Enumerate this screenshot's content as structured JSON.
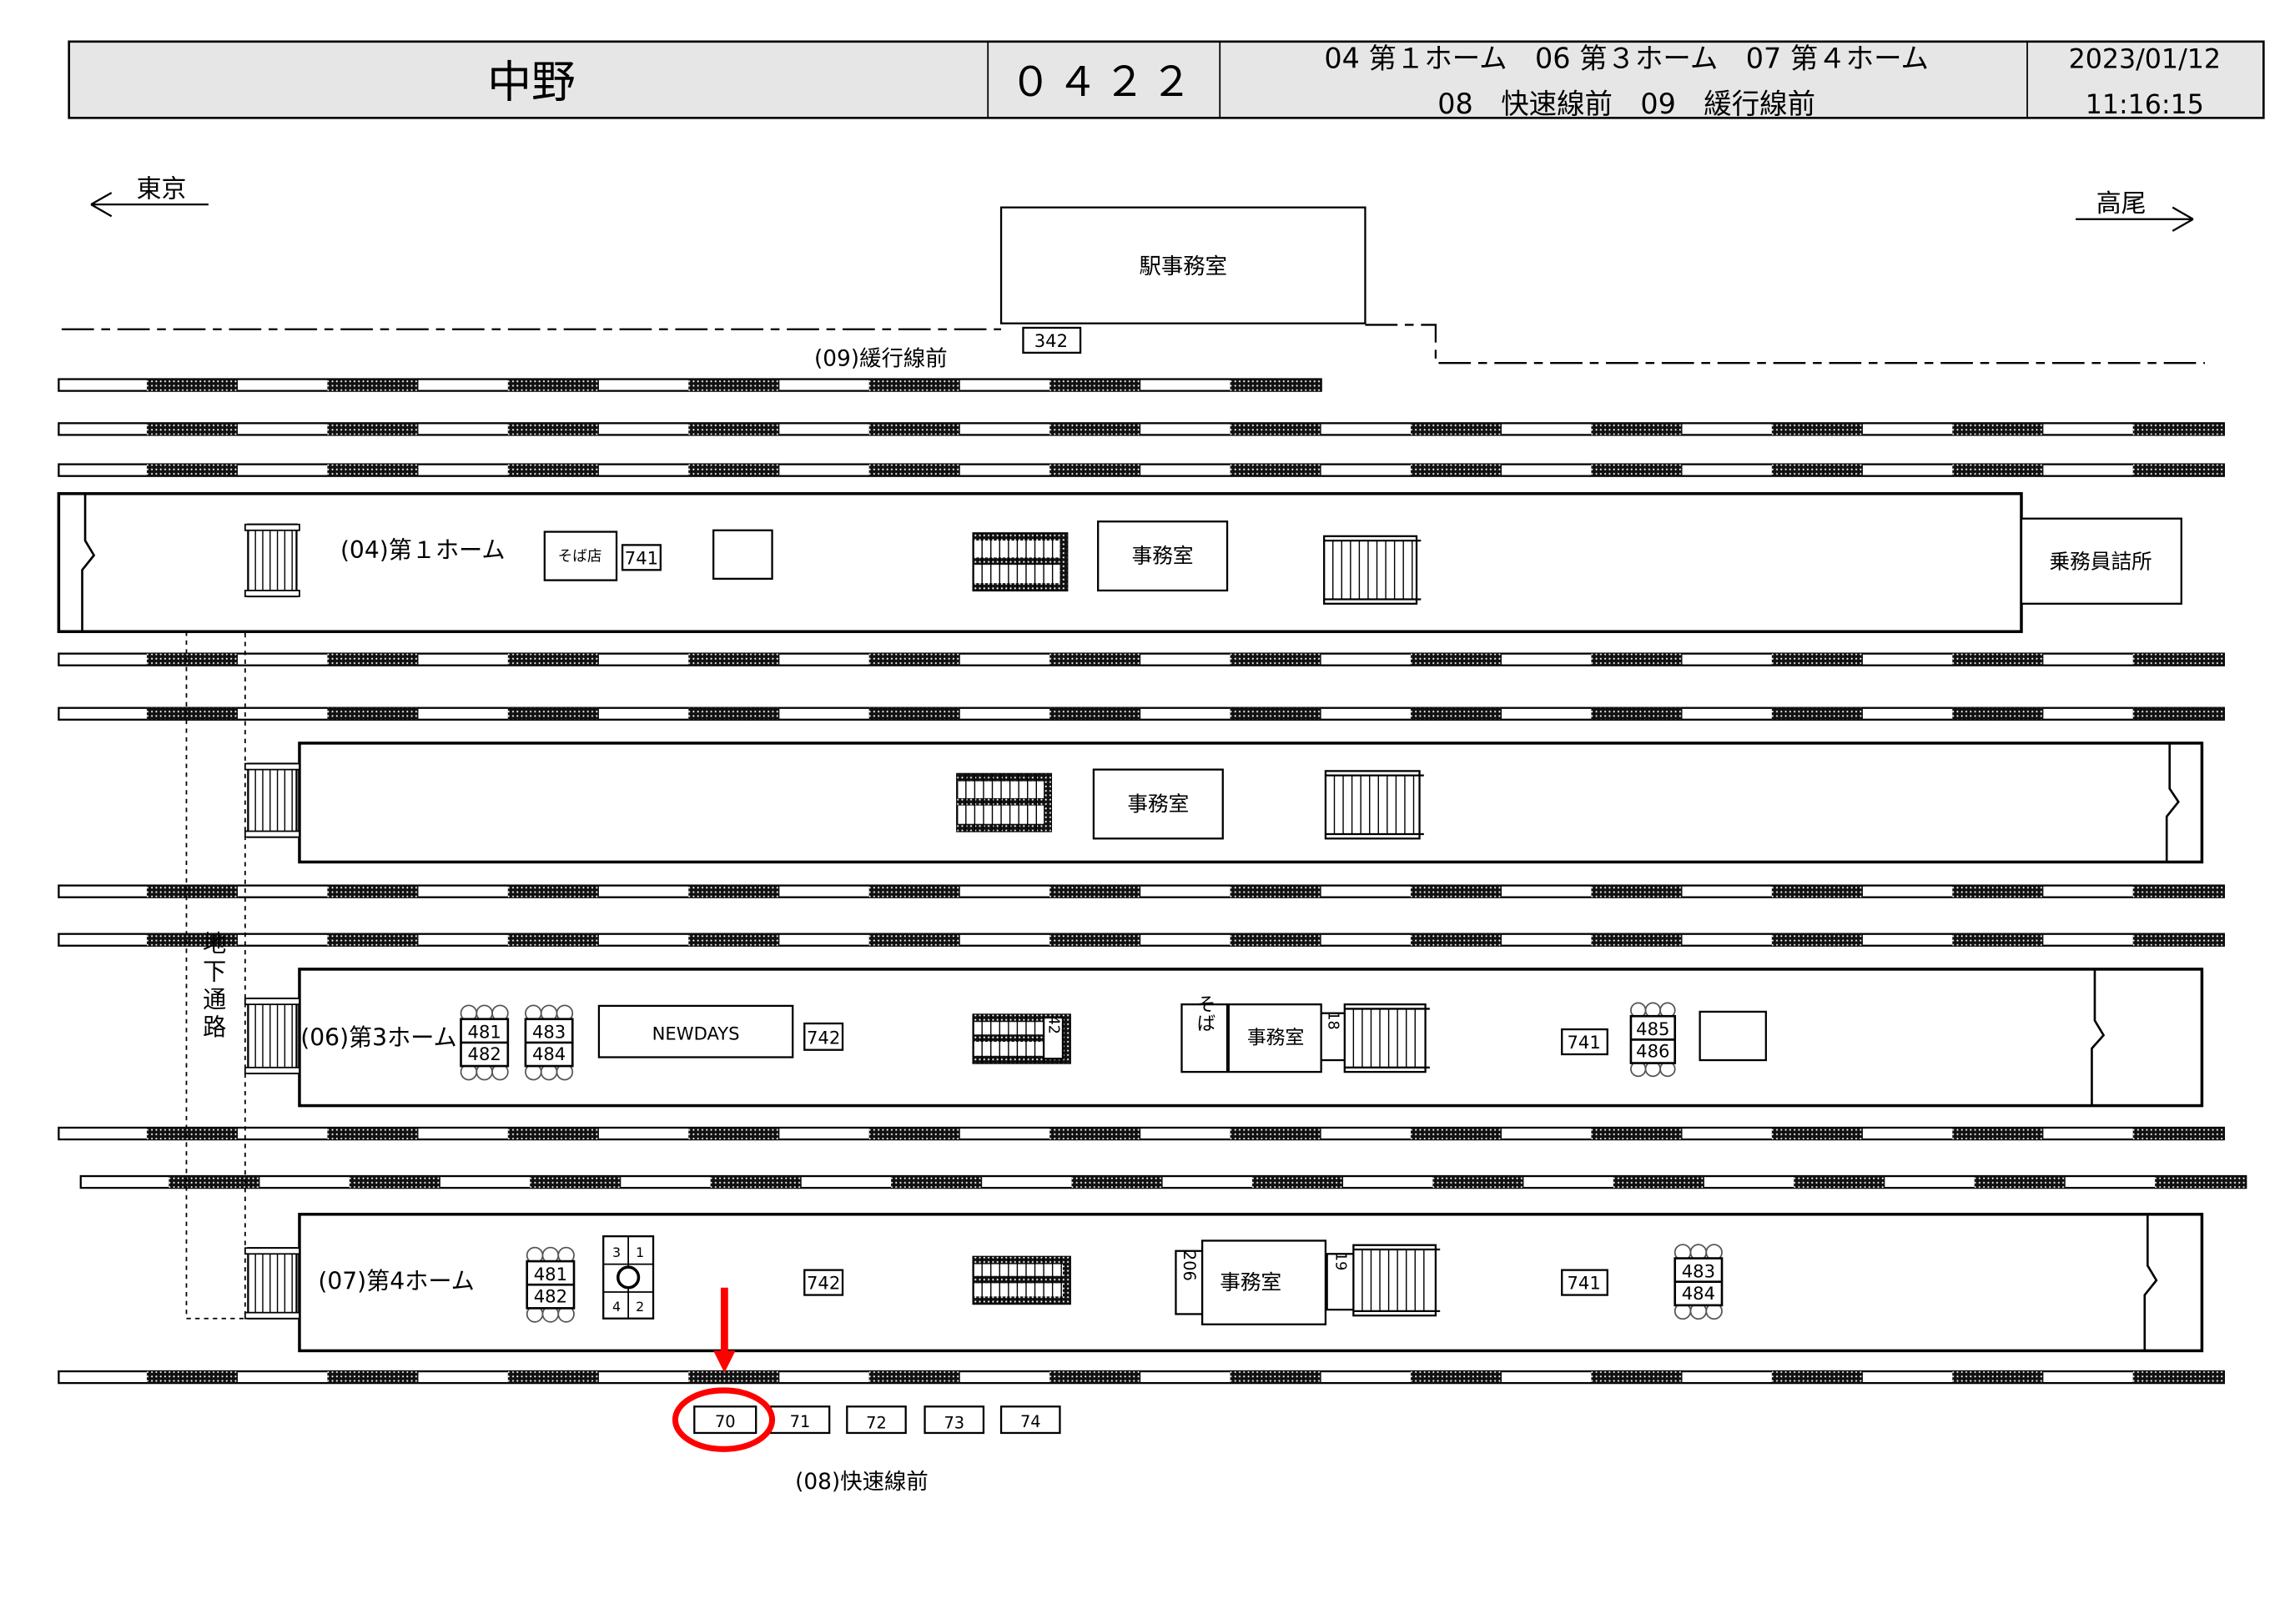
{
  "header": {
    "station": "中野",
    "code": "０４２２",
    "tracks_line1": "04 第１ホーム　06 第３ホーム　07 第４ホーム",
    "tracks_line2": "08　快速線前　09　緩行線前",
    "date": "2023/01/12",
    "time": "11:16:15"
  },
  "directions": {
    "left": "東京",
    "right": "高尾"
  },
  "station_office": {
    "label": "駅事務室",
    "sign": "342"
  },
  "track_09": {
    "label": "(09)緩行線前"
  },
  "track_08": {
    "label": "(08)快速線前",
    "signs": [
      "70",
      "71",
      "72",
      "73",
      "74"
    ],
    "highlighted": "70",
    "highlight_color": "#ff0000"
  },
  "underground": {
    "label": "地下通路"
  },
  "platform1": {
    "label": "(04)第１ホーム",
    "soba": "そば店",
    "sign741": "741",
    "office": "事務室",
    "crew_room": "乗務員詰所"
  },
  "platform2": {
    "office": "事務室"
  },
  "platform3": {
    "label": "(06)第3ホーム",
    "g1a": "481",
    "g1b": "482",
    "g2a": "483",
    "g2b": "484",
    "newdays": "NEWDAYS",
    "sign742": "742",
    "esc_sign": "42",
    "soba": "そば",
    "office": "事務室",
    "stair_sign": "18",
    "sign741": "741",
    "g3a": "485",
    "g3b": "486"
  },
  "platform4": {
    "label": "(07)第4ホーム",
    "g1a": "481",
    "g1b": "482",
    "clock": [
      "1",
      "3",
      "2",
      "4"
    ],
    "sign742": "742",
    "side_sign": "206",
    "office": "事務室",
    "stair_sign": "19",
    "sign741": "741",
    "g2a": "483",
    "g2b": "484"
  }
}
